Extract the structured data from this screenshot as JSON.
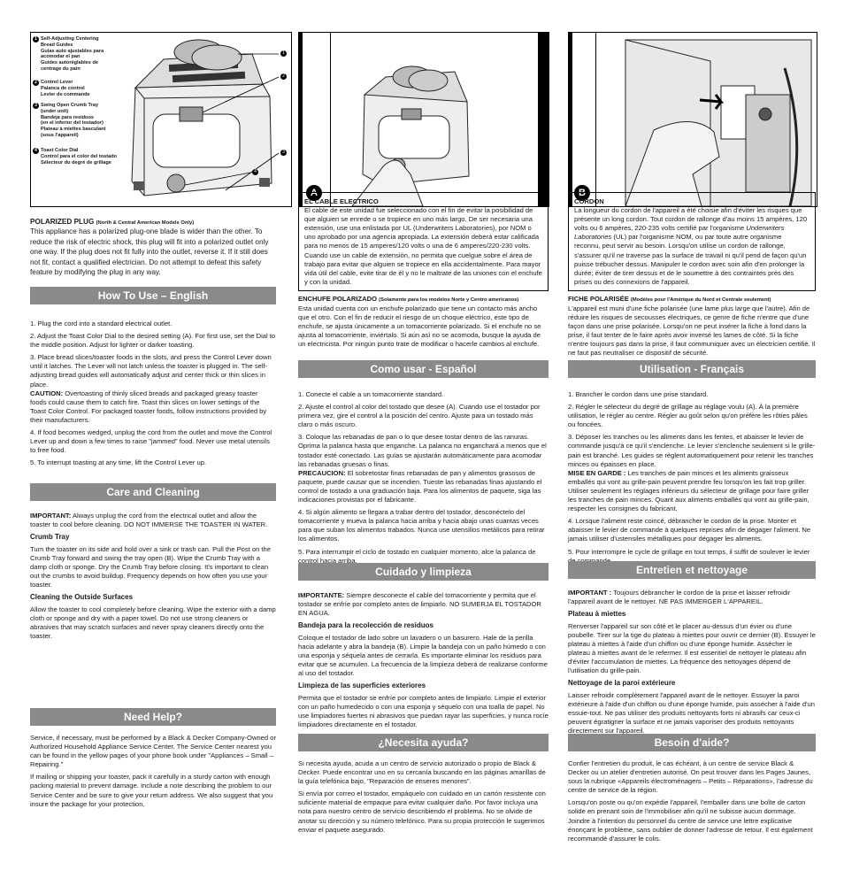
{
  "figure1": {
    "callouts": [
      {
        "num": "1",
        "lines": [
          "Self-Adjusting Centering",
          "Bread Guides",
          "Guías auto ajustables para",
          "acomodar el pan",
          "Guides autoréglables de",
          "centrage du pain"
        ]
      },
      {
        "num": "2",
        "lines": [
          "Control Lever",
          "Palanca de control",
          "Levier de commande"
        ]
      },
      {
        "num": "3",
        "lines": [
          "Swing Open Crumb Tray",
          "(under unit)",
          "Bandeja para residuos",
          "(en el inferior del tostador)",
          "Plateau à miettes basculant",
          "(sous l'appareil)"
        ]
      },
      {
        "num": "4",
        "lines": [
          "Toast Color Dial",
          "Control para el color del tostado",
          "Sélecteur du degré de grillage"
        ]
      }
    ],
    "pointer_nums": [
      "1",
      "2",
      "3",
      "4"
    ]
  },
  "figureA": {
    "badge": "A"
  },
  "figureB": {
    "badge": "B"
  },
  "english": {
    "plug_title": "POLARIZED PLUG",
    "plug_note": "(North & Central American Models Only)",
    "plug_text": "This appliance has a polarized plug-one blade is wider than the other. To reduce the risk of electric shock, this plug will fit into a polarized outlet only one way. If the plug does not fit fully into the outlet, reverse it. If it still does not fit, contact a qualified electrician. Do not attempt to defeat this safety feature by modifying the plug in any way.",
    "how_title": "How To Use – English",
    "step1": "1.  Plug the cord into a standard electrical outlet.",
    "step2": "2.  Adjust the Toast Color Dial to the desired setting (A). For first use, set the Dial to the middle position. Adjust for lighter or darker toasting.",
    "step3": "3.  Place bread slices/toaster foods in the slots, and press the Control Lever down until it latches. The Lever will not latch unless the toaster is plugged in. The self-adjusting bread guides will automatically adjust and center thick or thin slices in place.",
    "caution_label": "CAUTION:",
    "caution_text": " Overtoasting of thinly sliced breads and packaged greasy toaster foods could cause them to catch fire. Toast thin slices on lower settings of the Toast Color Control. For packaged toaster foods, follow instructions provided by their manufacturers.",
    "step4": "4.  If food becomes wedged, unplug the cord from the outlet and move the Control Lever up and down a few times to raise \"jammed\" food. Never use metal utensils to free food.",
    "step5": "5.  To interrupt toasting at any time, lift the Control Lever up.",
    "care_title": "Care and Cleaning",
    "important_label": "IMPORTANT:",
    "important_text": " Always unplug the cord from the electrical outlet and allow the toaster to cool before cleaning. DO NOT IMMERSE THE TOASTER IN WATER.",
    "crumb_title": "Crumb Tray",
    "crumb_text": "Turn the toaster on its side and hold over a sink or trash can. Pull the Post on the Crumb Tray forward and swing the tray open (B). Wipe the Crumb Tray with a damp cloth or sponge. Dry the Crumb Tray before closing. It's important to clean out the crumbs to avoid buildup. Frequency depends on how often you use your toaster.",
    "outside_title": "Cleaning the Outside Surfaces",
    "outside_text": "Allow the toaster to cool completely before cleaning. Wipe the exterior with a damp cloth or sponge and dry with a paper towel. Do not use strong cleaners or abrasives that may scratch surfaces and never spray cleaners directly onto the toaster.",
    "help_title": "Need Help?",
    "help_text1": "Service, if necessary, must be performed by a Black & Decker Company-Owned or Authorized Household Appliance Service Center. The Service Center nearest you can be found in the yellow pages of your phone book under \"Appliances – Small – Repairing.\"",
    "help_text2": "If mailing or shipping your toaster, pack it carefully in a sturdy carton with enough packing material to prevent damage. Include a note describing the problem to our Service Center and be sure to give your return address. We also suggest that you insure the package for your protection."
  },
  "spanish": {
    "cable_title": "EL CABLE ELECTRICO",
    "cable_text": "El cable de este unidad fue seleccionado con el fin de evitar la posibilidad de que alguien se enrede o se tropiece en uno más largo. De ser necesaria una extensión, use una enlistada por UL (Underwriters Laboratories), por NOM o uno aprobado por una agencia apropiada. La extensión deberá estar calificada para no menos de 15 amperes/120 volts o una de 6 amperes/220-230 volts. Cuando use un cable de extensión, no permita que cuelgue sobre el área de trabajo para evitar que alguien se tropiece en ella accidentalmente. Para mayor vida útil del cable, evite tirar de él y no le maltrate de las uniones con el enchufe y con la unidad.",
    "plug_title": "ENCHUFE POLARIZADO",
    "plug_note": "(Solamente para los modelos Norte y Centro americanos)",
    "plug_text": "Esta unidad cuenta con un enchufe polarizado que tiene un contacto más ancho que el otro. Con el fin de reducir el riesgo de un choque eléctrico, este tipo de enchufe, se ajusta únicamente a un tomacorriente polarizado. Si el enchufe no se ajusta al tomacorriente, inviértalo. Si aún así no se acomoda, busque la ayuda de un electricista. Por ningún punto trate de modificar o hacerle cambios al enchufe.",
    "how_title": "Como usar - Español",
    "step1": "1.  Conecte el cable a un tomacorriente standard.",
    "step2": "2.  Ajuste el control al color del tostado que desee (A). Cuando use el tostador por primera vez, gire el control a la posición del centro. Ajuste para un tostado más claro o más oscuro.",
    "step3": "3.  Coloque las rebanadas de pan o lo que desee tostar dentro de las ranuras. Oprima la palanca hasta que enganche. La palanca no enganchará a menos que el tostador esté conectado. Las guías se ajustarán automáticamente para acomodar las rebanadas gruesas o finas.",
    "caution_label": "PRECAUCION:",
    "caution_text": " El sobretostar finas rebanadas de pan y alimentos grasosos de paquete, puede causar que se incendien. Tueste las rebanadas finas ajustando el control de tostado a una graduación baja. Para los alimentos de paquete, siga las indicaciones provistas por el fabricante.",
    "step4": "4.  Si algún alimento se llegara a trabar dentro del tostador, desconéctelo del tomacorriente y mueva la palanca hacia arriba y hacia abajo unas cuantas veces para que suban los alimentos trabados. Nunca use utensilios metálicos para retirar los alimentos.",
    "step5": "5.  Para interrumpir el ciclo de tostado en cualquier momento, alce la palanca de control hacia arriba.",
    "care_title": "Cuidado y limpieza",
    "important_label": "IMPORTANTE:",
    "important_text": " Siempre desconecte el cable del tomacorriente y permita que el tostador se enfríe por completo antes de limpiarlo.  NO SUMERJA EL TOSTADOR EN AGUA.",
    "crumb_title": "Bandeja para la recolección de residuos",
    "crumb_text": "Coloque el tostador de lado sobre un lavadero o un basurero. Hale de la perilla hacia adelante y abra la bandeja (B). Limpie la bandeja con un paño húmedo o con una esponja y séquela antes de cerrarla. Es importante eliminar los residuos para evitar que se acumulen. La frecuencia de la limpieza deberá de realizarse conforme al uso del tostador.",
    "outside_title": "Limpieza de las superficies exteriores",
    "outside_text": "Permita que el tostador se enfríe por completo antes de limpiarlo. Limpie el exterior con un paño humedecido o con una esponja y séquelo con una toalla de papel. No use limpiadores fuertes ni abrasivos que puedan rayar las superficies, y nunca rocíe limpiadores directamente en el tostador.",
    "help_title": "¿Necesita ayuda?",
    "help_text1": "Si necesita ayuda, acuda a un centro de servicio autorizado o propio de Black & Decker. Puede encontrar uno en su cercanía buscando en las páginas amarillas de la guía telefónica bajo, \"Reparación de enseres menores\".",
    "help_text2": "Si envía por correo el tostador, empáquelo con cuidado en un cartón resistente con suficiente material de empaque para evitar cualquier daño. Por favor incluya una nota para nuestro centro de servicio describiendo el problema.  No se olvide de anotar su dirección y su número telefónico. Para su propia protección le sugerimos enviar el paquete asegurado."
  },
  "french": {
    "cord_title": "CORDON",
    "cord_text_a": "La longueur du cordon de l'appareil a été choisie afin d'éviter les risques que présente un long cordon. Tout cordon de rallonge d'au moins 15 ampères, 120 volts ou 6 ampères, 220-235 volts certifié par l'organisme ",
    "cord_text_em": "Underwriters Laboratories",
    "cord_text_b": " (UL) par l'organisme NOM, ou par toute autre organisme reconnu, peut servir au besoin. Lorsqu'on utilise un cordon de rallonge, s'assurer qu'il ne traverse pas la surface de travail ni qu'il pend de façon qu'un puisse trébucher dessus. Manipuler le cordon avec soin afin d'en prolonger la durée; éviter de tirer dessus et de le soumettre à des contraintes près des prises ou des connexions de l'appareil.",
    "plug_title": "FICHE POLARISÉE",
    "plug_note": "(Modèles pour l'Amérique du Nord et Centrale seulement)",
    "plug_text": "L'appareil est muni d'une fiche polarisée (une lame plus large que l'autre). Afin de réduire les risques de secousses électriques, ce genre de fiche n'entre que d'une façon dans une prise polarisée. Lorsqu'on ne peut insérer la fiche à fond dans la prise, il faut tenter de le faire après avoir inversé les lames de côté. Si la fiche n'entre toujours pas dans la prise, il faut communiquer avec un électricien certifié. Il ne faut pas neutraliser ce dispositif de sécurité.",
    "how_title": "Utilisation - Français",
    "step1": "1.  Brancher le cordon dans une prise standard.",
    "step2": "2.  Régler le sélecteur du degré de grillage au réglage voulu (A). À la première utilisation, le régler au centre. Régler au goût selon qu'on préfère les rôties pâles ou foncées.",
    "step3": "3.  Déposer les tranches ou les aliments dans les fentes, et abaisser le levier de commande jusqu'à ce qu'il s'enclenche. Le levier s'enclenche seulement si le grille-pain est branché. Les guides se règlent automatiquement pour retenir les tranches minces ou épaisses en place.",
    "caution_label": "MISE EN GARDE :",
    "caution_text": " Les tranches de pain minces et les aliments graisseux emballés qui vont au grille-pain peuvent prendre feu lorsqu'on les fait trop griller. Utiliser seulement les réglages inférieurs du sélecteur de grillage pour faire griller les tranches de pain minces. Quant aux aliments emballés qui vont au grille-pain, respecter les consignes du fabricant.",
    "step4": "4.  Lorsque l'aliment reste coincé, débrancher le cordon de la prise. Monter et abaisser le levier de commande à quelques reprises afin de dégager l'aliment. Ne jamais utiliser d'ustensiles métalliques pour dégager les aliments.",
    "step5": "5.  Pour interrompre le cycle de grillage en tout temps, il suffit de soulever le levier de commande.",
    "care_title": "Entretien et nettoyage",
    "important_label": "IMPORTANT :",
    "important_text": " Toujours débrancher le cordon de la prise et laisser refroidir l'appareil avant de le nettoyer.  NE PAS IMMERGER L'APPAREIL.",
    "crumb_title": "Plateau à miettes",
    "crumb_text": "Renverser l'appareil sur son côté et le placer au-dessus d'un évier ou d'une poubelle. Tirer sur la tige du plateau à miettes pour ouvrir ce dernier (B). Essuyer le plateau à miettes à l'aide d'un chiffon ou d'une éponge humide. Assécher le plateau à miettes avant de le refermer. Il est essentiel de nettoyer le plateau afin d'éviter l'accumulation de miettes. La fréquence des nettoyages dépend de l'utilisation du grille-pain.",
    "outside_title": "Nettoyage de la paroi extérieure",
    "outside_text": "Laisser refroidir complètement l'appareil avant de le nettoyer. Essuyer la paroi extérieure à l'aide d'un chiffon ou d'une éponge humide, puis assécher à l'aide d'un essuie-tout. Ne pas utiliser des produits nettoyants forts ni abrasifs car ceux-ci peuvent égratigner la surface et ne jamais vaporiser des produits nettoyants directement sur l'appareil.",
    "help_title": "Besoin d'aide?",
    "help_text1": "Confier l'entretien du produit, le cas échéant, à un centre de service Black & Decker ou un atelier d'entretien autorisé. On peut trouver dans les Pages Jaunes, sous la rubrique «Appareils électroménagers – Petits – Réparations», l'adresse du centre de service de la région.",
    "help_text2": "Lorsqu'on poste ou qu'on expédie l'appareil, l'emballer dans une boîte de carton solide en prenant soin de l'immobiliser afin qu'il ne subisse aucun dommage. Joindre à l'intention du personnel du centre de service une lettre explicative énonçant le problème, sans oublier de donner l'adresse de retour. Il est également recommandé d'assurer le colis."
  }
}
